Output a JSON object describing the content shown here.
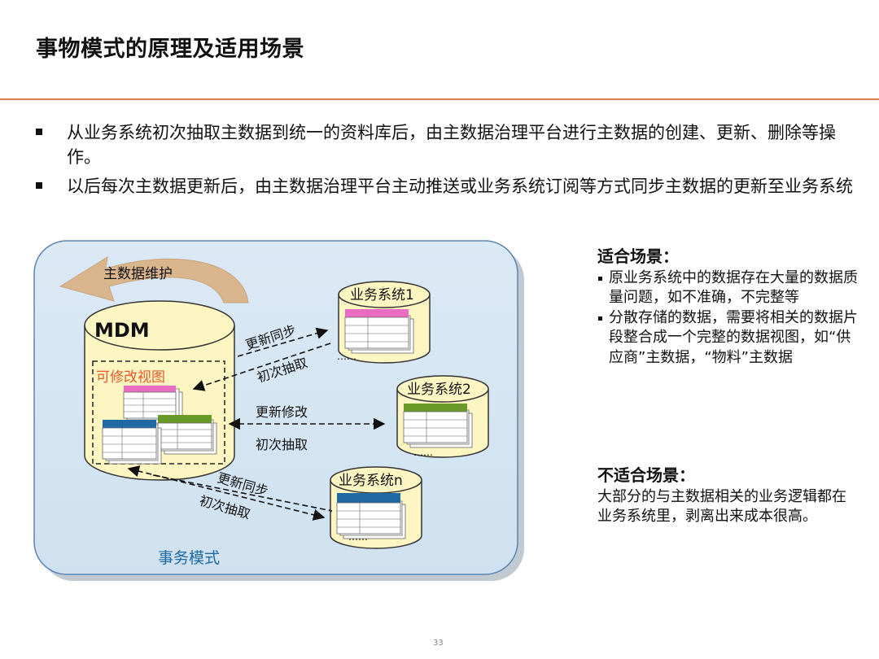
{
  "title": "事物模式的原理及适用场景",
  "bullets": [
    "从业务系统初次抽取主数据到统一的资料库后，由主数据治理平台进行主数据的创建、更新、删除等操作。",
    "以后每次主数据更新后，由主数据治理平台主动推送或业务系统订阅等方式同步主数据的更新至业务系统"
  ],
  "diagram": {
    "maintenance_label": "主数据维护",
    "mdm_label": "MDM",
    "editable_view_label": "可修改视图",
    "mode_label": "事务模式",
    "systems": [
      "业务系统1",
      "业务系统2",
      "业务系统n"
    ],
    "arrows": {
      "top_sync": "更新同步",
      "top_extract": "初次抽取",
      "mid_update": "更新修改",
      "mid_extract": "初次抽取",
      "bottom_sync": "更新同步",
      "bottom_extract": "初次抽取"
    },
    "table_dots": "……",
    "colors": {
      "pink": "#e86dc0",
      "blue": "#1f6aa5",
      "green": "#6a9a2a",
      "cylinder": "#fdf6c3",
      "panel": "#d8e8f4",
      "maintenance_arrow": "#d9b58d"
    }
  },
  "suitable": {
    "heading": "适合场景：",
    "items": [
      "原业务系统中的数据存在大量的数据质量问题，如不准确，不完整等",
      "分散存储的数据，需要将相关的数据片段整合成一个完整的数据视图，如“供应商”主数据，“物料”主数据"
    ]
  },
  "unsuitable": {
    "heading": "不适合场景：",
    "text": "大部分的与主数据相关的业务逻辑都在业务系统里，剥离出来成本很高。"
  },
  "page_number": "33"
}
